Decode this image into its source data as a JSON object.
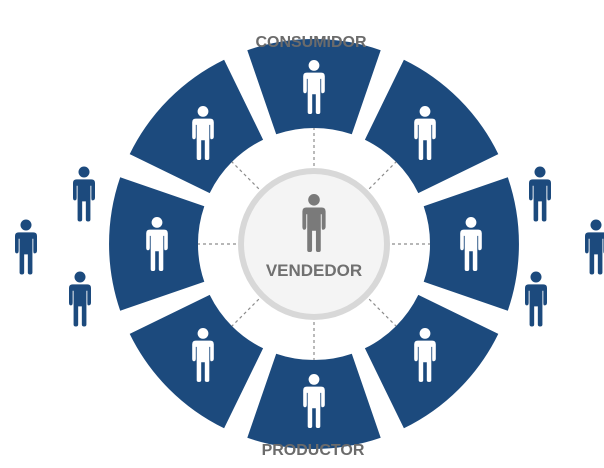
{
  "diagram": {
    "top_label": "CONSUMIDOR",
    "center_label": "VENDEDOR",
    "bottom_label": "PRODUCTOR"
  },
  "colors": {
    "segment_fill": "#1c4a7d",
    "outside_person": "#1c4a7d",
    "inside_person": "#ffffff",
    "center_person": "#7a7a7a",
    "center_fill": "#f4f4f4",
    "center_ring": "#d8d8d8",
    "connector": "#8c8c8c"
  },
  "icons": {
    "segment_person": "person-icon",
    "center_person": "person-icon",
    "outside_person": "person-icon"
  }
}
